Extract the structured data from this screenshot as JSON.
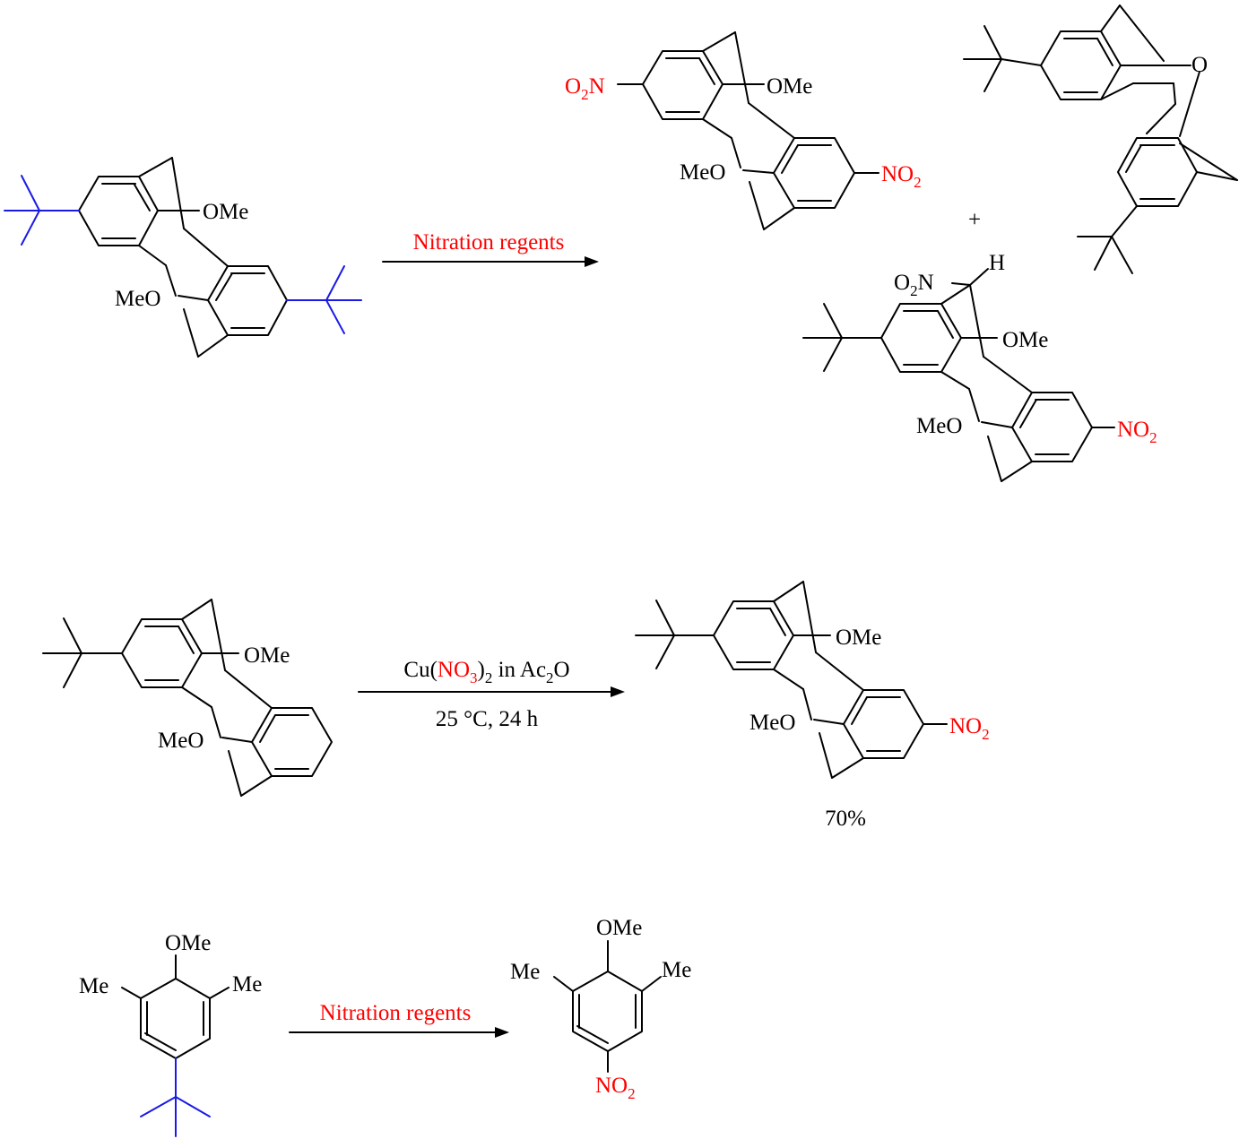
{
  "colors": {
    "highlight": "#ff0000",
    "tbutyl_group": "#1a1ae6",
    "bond": "#000000"
  },
  "labels": {
    "ome": "OMe",
    "meo": "MeO",
    "me": "Me",
    "no": "NO",
    "o2": "O",
    "n": "N",
    "o": "O",
    "h": "H",
    "sub2": "2",
    "sub3": "3",
    "plus": "+"
  },
  "reaction1": {
    "arrow_label": "Nitration regents"
  },
  "reaction2": {
    "reagent_cu": "Cu(",
    "reagent_no": "NO",
    "reagent_close": ")",
    "reagent_in": " in Ac",
    "reagent_o": "O",
    "conditions": "25 °C, 24 h",
    "yield": "70%"
  },
  "reaction3": {
    "arrow_label": "Nitration regents"
  }
}
